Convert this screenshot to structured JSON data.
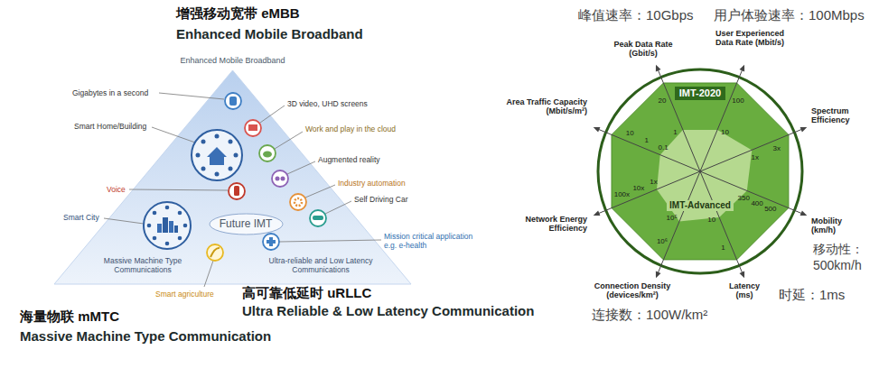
{
  "diagram": {
    "nodes": [
      {
        "text": [
          "Enhanced Mobile Broadband"
        ]
      },
      {
        "text": [
          "Future IMT"
        ],
        "in": 0
      },
      {
        "text": [
          "IMT-2020"
        ]
      },
      {
        "text": [
          "IMT-Advanced"
        ],
        "in": 2
      }
    ],
    "labels": [
      "增强移动宽带 eMBB",
      "Enhanced Mobile Broadband",
      "峰值速率：10Gbps",
      "用户体验速率：100Mbps",
      "Peak Data Rate (Gbit/s)",
      "User Experienced Data Rate (Mbit/s)",
      "Gigabytes in a second",
      "3D video, UHD screens",
      "Smart Home/Building",
      "Work and play in the cloud",
      "Augmented reality",
      "Industry automation",
      "Voice",
      "Self Driving Car",
      "Smart City",
      "Mission critical application e.g. e-health",
      "Massive Machine Type Communications",
      "Ultra-reliable and Low Latency Communications",
      "Smart agriculture",
      "高可靠低延时 uRLLC",
      "Ultra Reliable & Low Latency Communication",
      "海量物联 mMTC",
      "Massive Machine Type Communication",
      "Area Traffic Capacity (Mbit/s/m²)",
      "Spectrum Efficiency",
      "Network Energy Efficiency",
      "Mobility (km/h)",
      "移动性： 500km/h",
      "Connection Density (devices/km²)",
      "Latency (ms)",
      "时延：1ms",
      "连接数：100W/km²",
      "20",
      "1",
      "100",
      "10",
      "3x",
      "1x",
      "500",
      "400",
      "350",
      "1",
      "10",
      "10⁶",
      "10⁵",
      "100x",
      "10x",
      "1x",
      "10",
      "1",
      "0.1"
    ]
  }
}
